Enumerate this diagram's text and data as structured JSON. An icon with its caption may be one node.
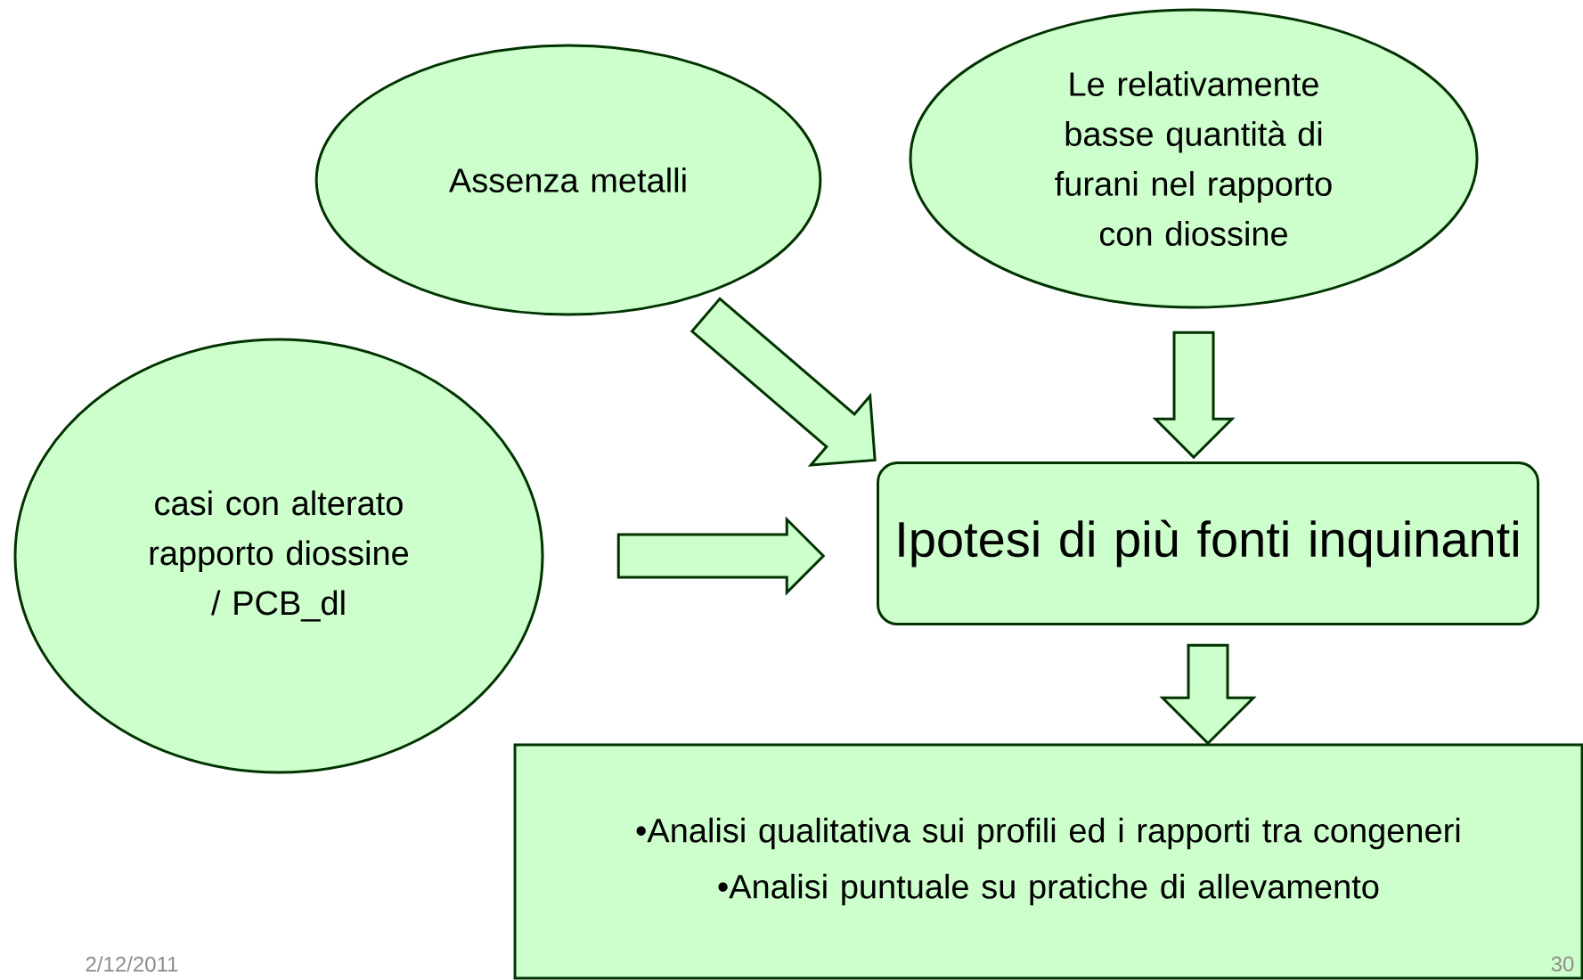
{
  "diagram": {
    "nodes": [
      {
        "text": [
          "Assenza metalli"
        ]
      },
      {
        "text": [
          "Le relativamente basse quantità di furani nel rapporto con diossine"
        ]
      },
      {
        "text": [
          "casi con alterato rapporto diossine / PCB_dl"
        ]
      },
      {
        "text": [
          "Ipotesi di più fonti inquinanti"
        ]
      },
      {
        "text": [
          "•Analisi qualitativa sui profili ed i rapporti tra congeneri",
          "•Analisi puntuale su pratiche di allevamento"
        ]
      }
    ],
    "edges": [
      {
        "from": 0,
        "to": 3,
        "arrow": "to"
      },
      {
        "from": 1,
        "to": 3,
        "arrow": "to"
      },
      {
        "from": 2,
        "to": 3,
        "arrow": "to"
      },
      {
        "from": 3,
        "to": 4,
        "arrow": "to"
      }
    ],
    "labels": [
      "2/12/2011",
      "30"
    ]
  }
}
